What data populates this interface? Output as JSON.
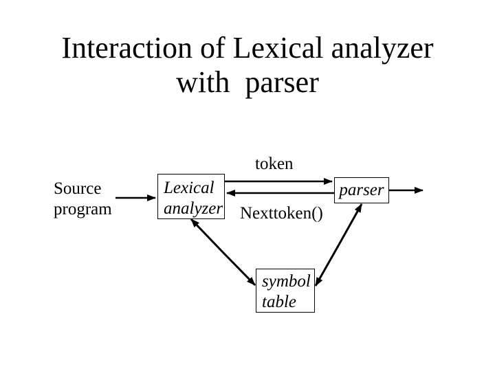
{
  "slide": {
    "background": "#ffffff",
    "text_color": "#000000",
    "title": "Interaction of Lexical analyzer\nwith  parser"
  },
  "diagram": {
    "labels": {
      "source": "Source\nprogram",
      "token": "token",
      "nexttoken": "Nexttoken()"
    },
    "nodes": {
      "lexical": "Lexical\nanalyzer",
      "parser": "parser",
      "symbol": "symbol\ntable"
    },
    "edges": [
      {
        "from": "source program",
        "to": "lexical analyzer",
        "label": "",
        "style": "arrow"
      },
      {
        "from": "lexical analyzer",
        "to": "parser",
        "label": "token",
        "style": "arrow"
      },
      {
        "from": "parser",
        "to": "lexical analyzer",
        "label": "Nexttoken()",
        "style": "arrow"
      },
      {
        "from": "parser",
        "to": "output",
        "label": "",
        "style": "arrow"
      },
      {
        "from": "lexical analyzer",
        "to": "symbol table",
        "label": "",
        "style": "double-arrow"
      },
      {
        "from": "parser",
        "to": "symbol table",
        "label": "",
        "style": "double-arrow"
      }
    ]
  }
}
